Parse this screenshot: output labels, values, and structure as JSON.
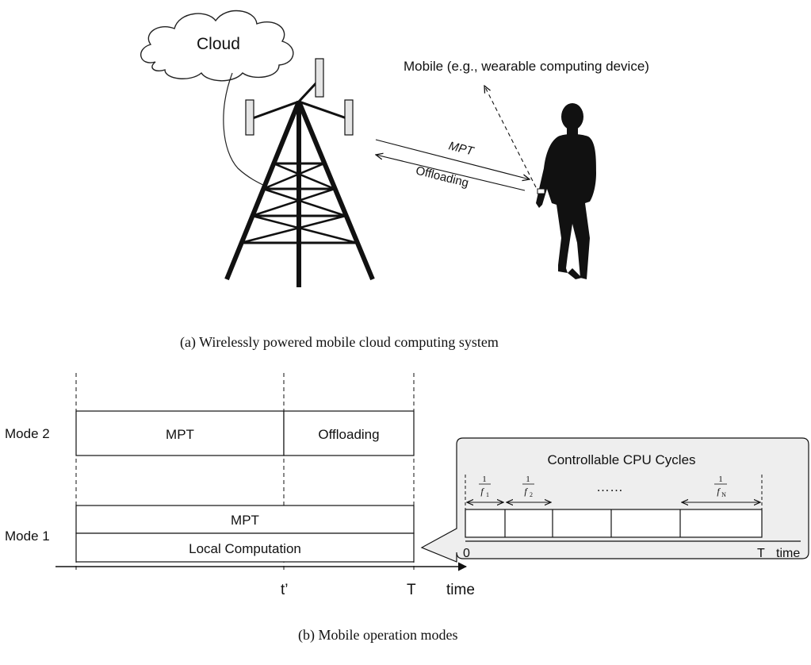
{
  "panel_a": {
    "cloud_label": "Cloud",
    "mobile_label": "Mobile (e.g., wearable computing device)",
    "mpt_link_label": "MPT",
    "offloading_link_label": "Offloading",
    "caption": "(a)  Wirelessly powered mobile cloud computing system"
  },
  "panel_b": {
    "mode2_label": "Mode 2",
    "mode1_label": "Mode 1",
    "mode2_mpt": "MPT",
    "mode2_offloading": "Offloading",
    "mode1_mpt": "MPT",
    "mode1_local": "Local Computation",
    "tick_t_prime": "t’",
    "tick_T": "T",
    "axis_label": "time",
    "callout": {
      "title": "Controllable CPU Cycles",
      "f1_num": "1",
      "f1_den": "f",
      "f1_sub": "1",
      "f2_num": "1",
      "f2_den": "f",
      "f2_sub": "2",
      "fN_num": "1",
      "fN_den": "f",
      "fN_sub": "N",
      "ellipsis": "……",
      "start_tick": "0",
      "end_tick": "T",
      "axis_label": "time"
    },
    "caption": "(b)  Mobile operation modes"
  }
}
